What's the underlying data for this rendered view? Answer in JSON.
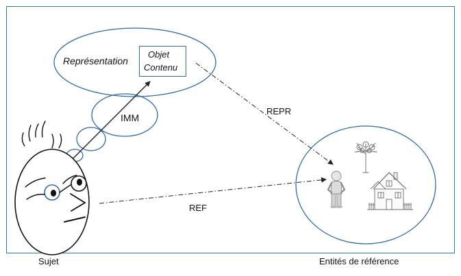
{
  "labels": {
    "representation": "Représentation",
    "objet": "Objet",
    "contenu": "Contenu",
    "imm": "IMM",
    "repr": "REPR",
    "ref": "REF",
    "sujet": "Sujet",
    "entites": "Entités de référence"
  },
  "icons": {
    "subject": "cartoon-face-icon",
    "person": "person-icon",
    "tree": "tree-icon",
    "house": "house-icon"
  },
  "colors": {
    "frame": "#2e75b6",
    "ellipse": "#2f6aa8",
    "arrow": "#222222"
  }
}
